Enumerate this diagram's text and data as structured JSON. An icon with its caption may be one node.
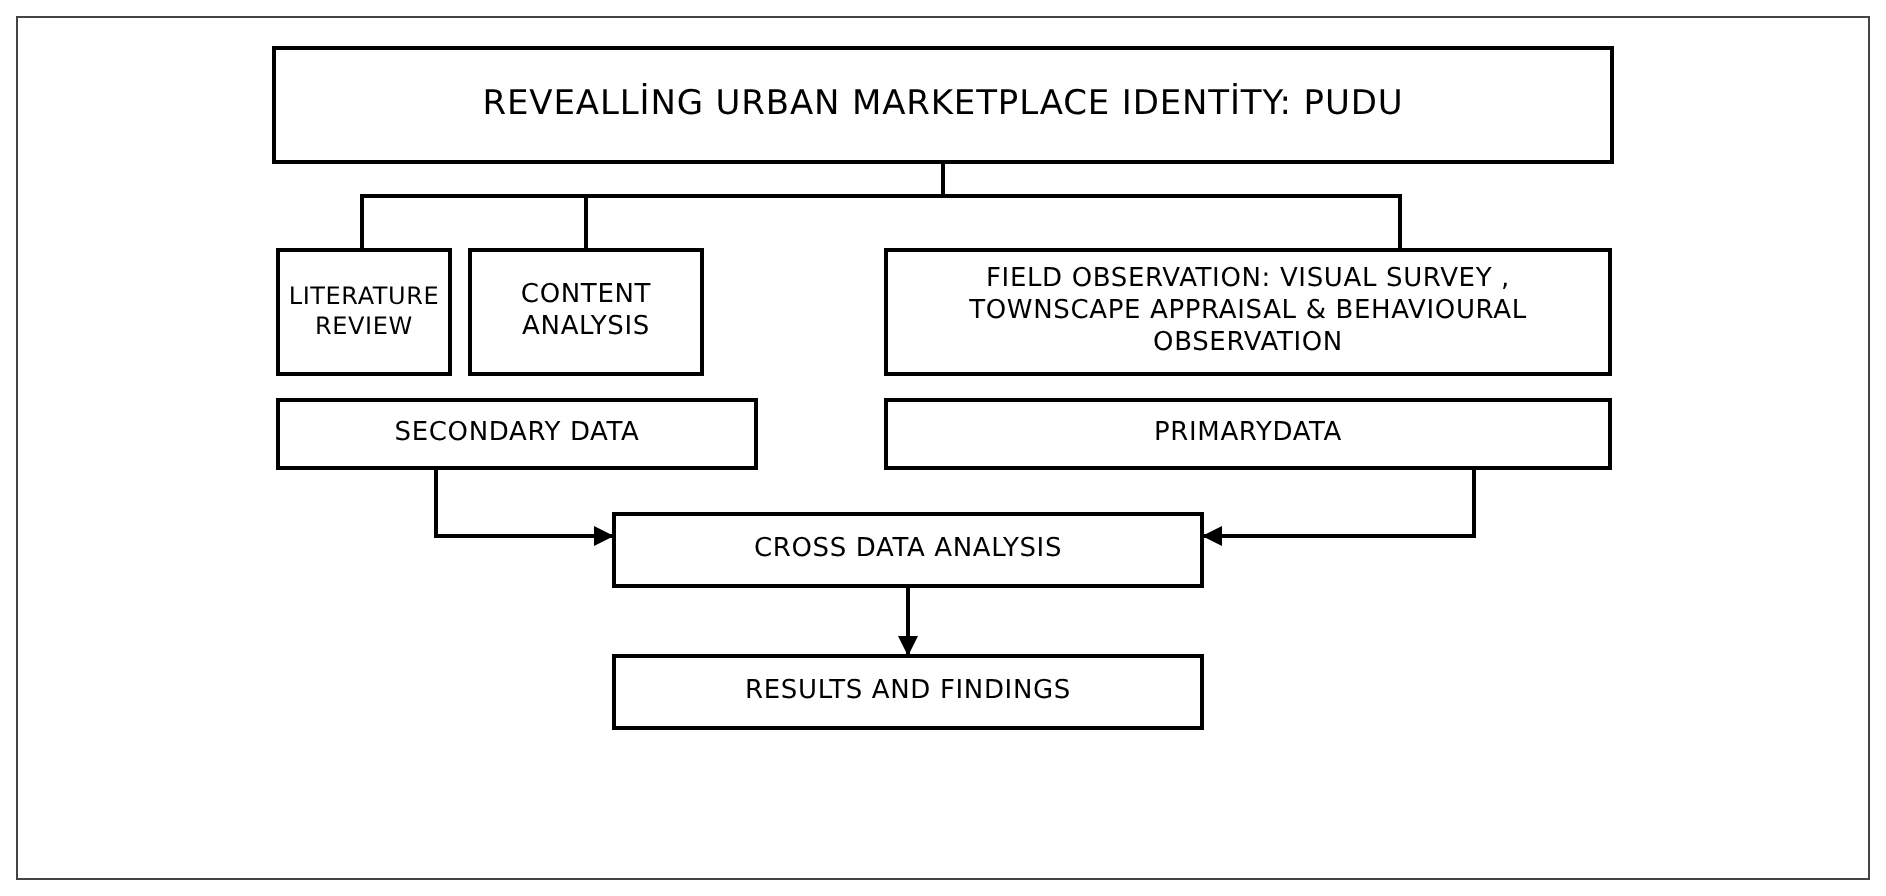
{
  "diagram": {
    "nodes": [
      {
        "text": [
          "REVEALLİNG URBAN MARKETPLACE IDENTİTY: PUDU"
        ]
      },
      {
        "text": [
          "LITERATURE REVIEW"
        ]
      },
      {
        "text": [
          "CONTENT ANALYSIS"
        ]
      },
      {
        "text": [
          "FIELD OBSERVATION: VISUAL SURVEY , TOWNSCAPE APPRAISAL & BEHAVIOURAL OBSERVATION"
        ]
      },
      {
        "text": [
          "SECONDARY DATA"
        ]
      },
      {
        "text": [
          "PRIMARYDATA"
        ]
      },
      {
        "text": [
          "CROSS DATA ANALYSIS"
        ]
      },
      {
        "text": [
          "RESULTS AND FINDINGS"
        ]
      }
    ],
    "edges": [
      {
        "from": 0,
        "to": 1,
        "arrow": "none"
      },
      {
        "from": 0,
        "to": 2,
        "arrow": "none"
      },
      {
        "from": 0,
        "to": 3,
        "arrow": "none"
      },
      {
        "from": 4,
        "to": 6,
        "arrow": "to"
      },
      {
        "from": 5,
        "to": 6,
        "arrow": "to"
      },
      {
        "from": 6,
        "to": 7,
        "arrow": "to"
      }
    ]
  }
}
